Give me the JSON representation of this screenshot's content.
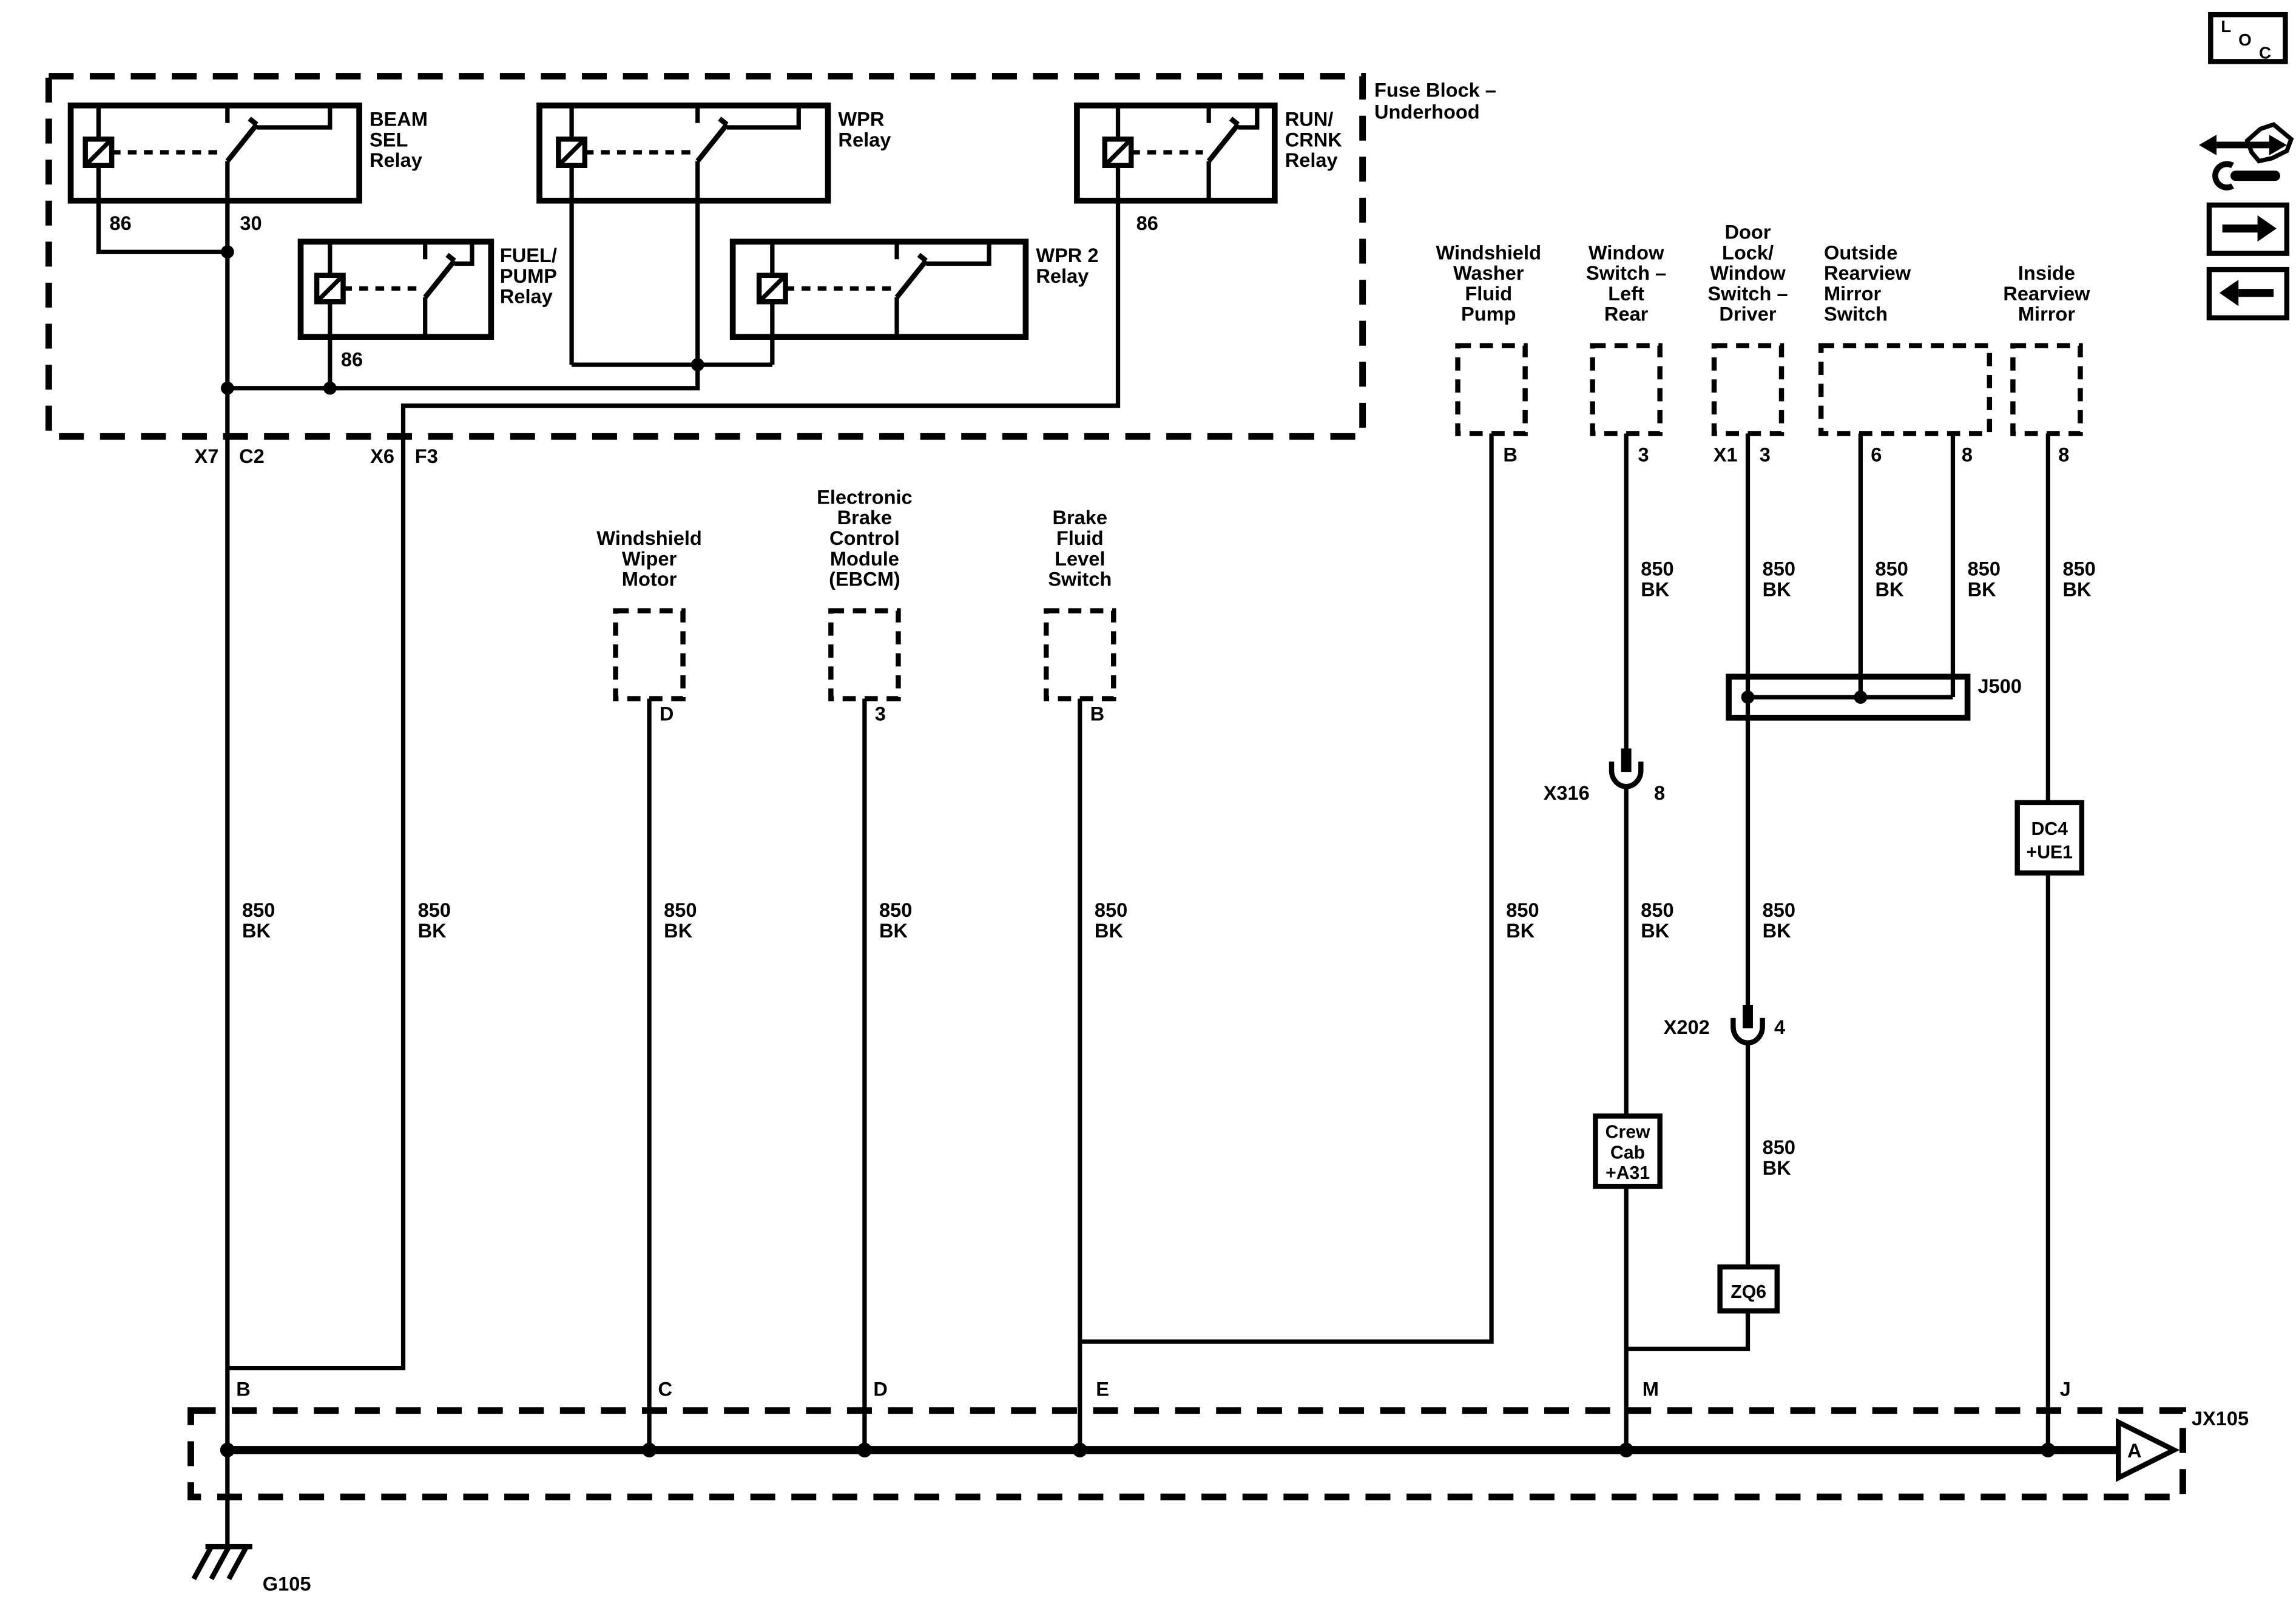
{
  "header": {
    "fuse_block_lines": [
      "Fuse Block –",
      "Underhood"
    ]
  },
  "relays": {
    "beam_sel": {
      "lines": [
        "BEAM",
        "SEL",
        "Relay"
      ],
      "pin_86": "86",
      "pin_30": "30"
    },
    "wpr": {
      "lines": [
        "WPR",
        "Relay"
      ]
    },
    "run_crnk": {
      "lines": [
        "RUN/",
        "CRNK",
        "Relay"
      ],
      "pin_86": "86"
    },
    "fuel_pump": {
      "lines": [
        "FUEL/",
        "PUMP",
        "Relay"
      ],
      "pin_86": "86"
    },
    "wpr2": {
      "lines": [
        "WPR 2",
        "Relay"
      ]
    }
  },
  "fuse_exit_labels": {
    "x7": "X7",
    "c2": "C2",
    "x6": "X6",
    "f3": "F3"
  },
  "wire_label": {
    "gauge": "850",
    "color": "BK"
  },
  "components": {
    "wiper_motor": {
      "lines": [
        "Windshield",
        "Wiper",
        "Motor"
      ],
      "pin": "D"
    },
    "ebcm": {
      "lines": [
        "Electronic",
        "Brake",
        "Control",
        "Module",
        "(EBCM)"
      ],
      "pin": "3"
    },
    "brake_fluid": {
      "lines": [
        "Brake",
        "Fluid",
        "Level",
        "Switch"
      ],
      "pin": "B"
    },
    "washer_pump": {
      "lines": [
        "Windshield",
        "Washer",
        "Fluid",
        "Pump"
      ],
      "pin": "B"
    },
    "window_switch": {
      "lines": [
        "Window",
        "Switch –",
        "Left",
        "Rear"
      ],
      "pin": "3"
    },
    "door_lock": {
      "lines": [
        "Door",
        "Lock/",
        "Window",
        "Switch –",
        "Driver"
      ],
      "pin_left": "X1",
      "pin_right": "3"
    },
    "mirror_switch": {
      "lines": [
        "Outside",
        "Rearview",
        "Mirror",
        "Switch"
      ],
      "pin_6": "6",
      "pin_8": "8"
    },
    "inside_mirror": {
      "lines": [
        "Inside",
        "Rearview",
        "Mirror"
      ],
      "pin": "8"
    }
  },
  "inline": {
    "j500": "J500",
    "x316": {
      "name": "X316",
      "pin": "8"
    },
    "x202": {
      "name": "X202",
      "pin": "4"
    },
    "dc4": {
      "lines": [
        "DC4",
        "+UE1"
      ]
    },
    "crew_cab": {
      "lines": [
        "Crew",
        "Cab",
        "+A31"
      ]
    },
    "zq6": "ZQ6"
  },
  "bus": {
    "label": "JX105",
    "letters": [
      "B",
      "C",
      "D",
      "E",
      "M",
      "J"
    ],
    "arrow_letter": "A",
    "ground": "G105"
  },
  "toolbar": {
    "loc_letters": [
      "L",
      "O",
      "C"
    ]
  }
}
